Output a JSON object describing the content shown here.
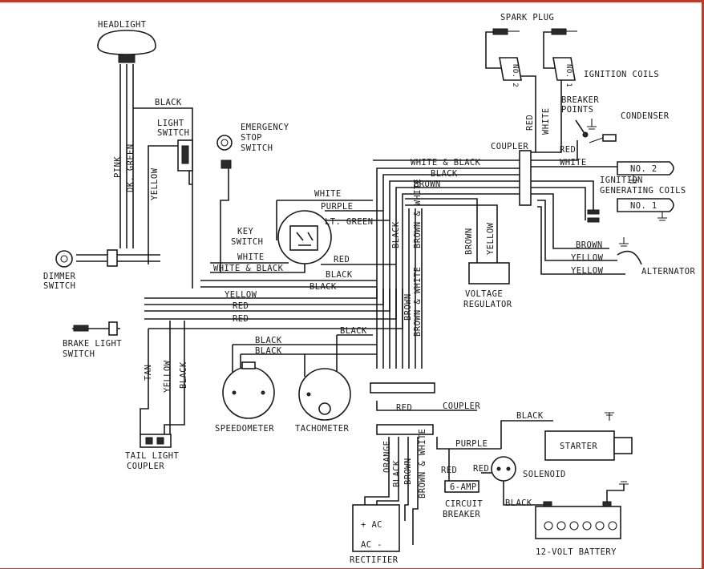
{
  "components": {
    "headlight": "HEADLIGHT",
    "light_switch": [
      "LIGHT",
      "SWITCH"
    ],
    "emergency_stop": [
      "EMERGENCY",
      "STOP",
      "SWITCH"
    ],
    "spark_plug": "SPARK PLUG",
    "ignition_coils": "IGNITION COILS",
    "coil_1": "NO. 1",
    "coil_2": "NO. 2",
    "breaker_points": [
      "BREAKER",
      "POINTS"
    ],
    "condenser": "CONDENSER",
    "coupler_top": "COUPLER",
    "gen_coil_2": "NO. 2",
    "gen_coil_1": "NO. 1",
    "ignition_generating_coils": [
      "IGNITION",
      "GENERATING COILS"
    ],
    "key_switch": [
      "KEY",
      "SWITCH"
    ],
    "dimmer_switch": [
      "DIMMER",
      "SWITCH"
    ],
    "alternator": "ALTERNATOR",
    "voltage_regulator": [
      "VOLTAGE",
      "REGULATOR"
    ],
    "brake_light_switch": [
      "BRAKE LIGHT",
      "SWITCH"
    ],
    "speedometer": "SPEEDOMETER",
    "tachometer": "TACHOMETER",
    "coupler_mid": "COUPLER",
    "tail_light_coupler": [
      "TAIL LIGHT",
      "COUPLER"
    ],
    "starter": "STARTER",
    "solenoid": "SOLENOID",
    "circuit_breaker_value": "6-AMP",
    "circuit_breaker": [
      "CIRCUIT",
      "BREAKER"
    ],
    "rectifier_plus_ac": "+ AC",
    "rectifier_ac_minus": "AC -",
    "rectifier": "RECTIFIER",
    "battery": "12-VOLT BATTERY"
  },
  "wire_labels": {
    "black_top": "BLACK",
    "pink": "PINK",
    "dk_green": "DK. GREEN",
    "yellow_left": "YELLOW",
    "red_coil": "RED",
    "white_coil": "WHITE",
    "red_points": "RED",
    "white_points": "WHITE",
    "white_black_top": "WHITE & BLACK",
    "black_under_wb": "BLACK",
    "brown_top": "BROWN",
    "white_key": "WHITE",
    "purple_key": "PURPLE",
    "lt_green": "LT. GREEN",
    "white_key_left": "WHITE",
    "white_black_key": "WHITE & BLACK",
    "red_key": "RED",
    "black_key": "BLACK",
    "black_key2": "BLACK",
    "black_vert": "BLACK",
    "brown_white_vert": "BROWN & WHITE",
    "brown_vert": "BROWN",
    "brown_white_vert2": "BROWN & WHITE",
    "brown_reg": "BROWN",
    "yellow_reg": "YELLOW",
    "brown_alt": "BROWN",
    "yellow_alt1": "YELLOW",
    "yellow_alt2": "YELLOW",
    "yellow_mid": "YELLOW",
    "red_mid1": "RED",
    "red_mid2": "RED",
    "black_speedo1": "BLACK",
    "black_speedo2": "BLACK",
    "black_tach": "BLACK",
    "tan": "TAN",
    "yellow_tail": "YELLOW",
    "black_tail": "BLACK",
    "red_coupler": "RED",
    "orange": "ORANGE",
    "black_rect": "BLACK",
    "brown_rect": "BROWN",
    "brown_white_rect": "BROWN & WHITE",
    "purple_sol": "PURPLE",
    "red_cb": "RED",
    "red_sol": "RED",
    "black_starter": "BLACK",
    "black_batt": "BLACK"
  }
}
